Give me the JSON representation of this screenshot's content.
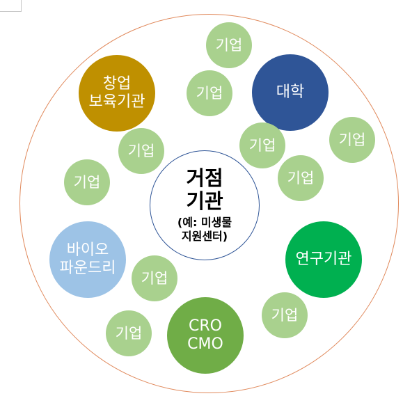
{
  "hub": {
    "title": "거점\n기관",
    "subtitle": "(예: 미생물\n지원센터)"
  },
  "organizations": {
    "incubator": "창업\n보육기관",
    "university": "대학",
    "research_institute": "연구기관",
    "bio_foundry": "바이오\n파운드리",
    "cro_cmo": "CRO\nCMO"
  },
  "company_label": "기업",
  "colors": {
    "outer_ring": "#e0885a",
    "company": "#a9d18e",
    "hub_border": "#2f5597",
    "incubator": "#bf9000",
    "university": "#2f5597",
    "research_institute": "#00b050",
    "bio_foundry": "#9dc3e6",
    "cro_cmo": "#70ad47"
  }
}
